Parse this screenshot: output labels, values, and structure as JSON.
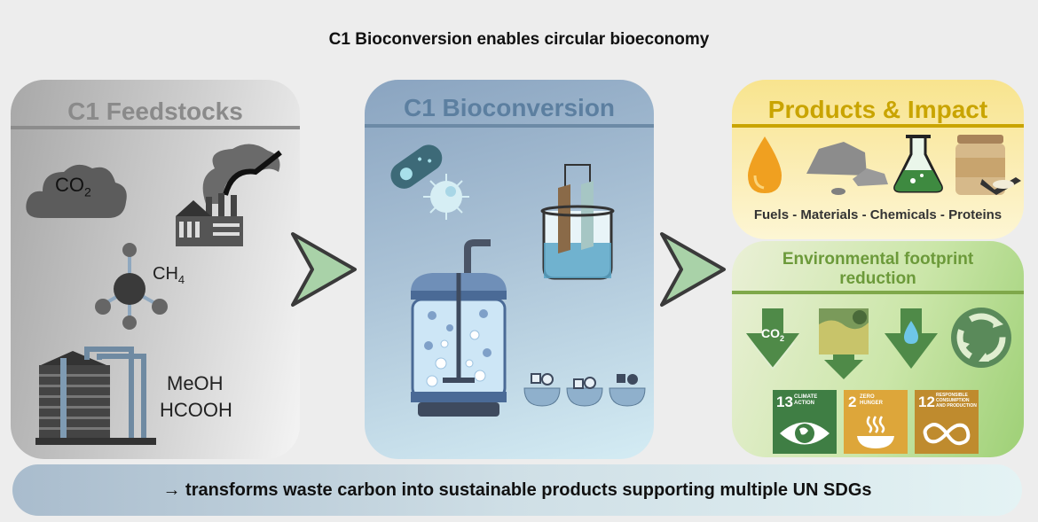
{
  "title": "C1 Bioconversion enables circular bioeconomy",
  "colors": {
    "gray_panel_title": "#8a8a8a",
    "blue_panel_title": "#5c7fa0",
    "gold_panel_title": "#c9a400",
    "green_panel_title": "#6c9a3a",
    "sdg13": "#3f7e44",
    "sdg2": "#dda63a",
    "sdg12": "#bf8b2e"
  },
  "feedstocks": {
    "title": "C1 Feedstocks",
    "co2": {
      "main": "CO",
      "sub": "2"
    },
    "ch4": {
      "main": "CH",
      "sub": "4"
    },
    "meoh": "MeOH",
    "hcooh": "HCOOH",
    "icons": [
      "cloud-icon",
      "factory-icon",
      "methane-molecule-icon",
      "storage-tank-icon"
    ]
  },
  "bioconversion": {
    "title": "C1 Bioconversion",
    "icons": [
      "bacteria-icon",
      "virus-icon",
      "electrochemical-cell-icon",
      "bioreactor-icon",
      "enzyme-icon"
    ]
  },
  "products": {
    "title": "Products & Impact",
    "caption": "Fuels - Materials - Chemicals - Proteins",
    "icons": [
      "fuel-drop-icon",
      "rocks-icon",
      "flask-icon",
      "protein-jar-icon"
    ]
  },
  "environment": {
    "title_line1": "Environmental footprint",
    "title_line2": "reduction",
    "co2_arrow": {
      "main": "CO",
      "sub": "2"
    },
    "sdgs": [
      {
        "number": "13",
        "line1": "CLIMATE",
        "line2": "ACTION",
        "line3": ""
      },
      {
        "number": "2",
        "line1": "ZERO",
        "line2": "HUNGER",
        "line3": ""
      },
      {
        "number": "12",
        "line1": "RESPONSIBLE",
        "line2": "CONSUMPTION",
        "line3": "AND PRODUCTION"
      }
    ]
  },
  "banner": "→ transforms waste carbon into sustainable products supporting multiple UN SDGs"
}
